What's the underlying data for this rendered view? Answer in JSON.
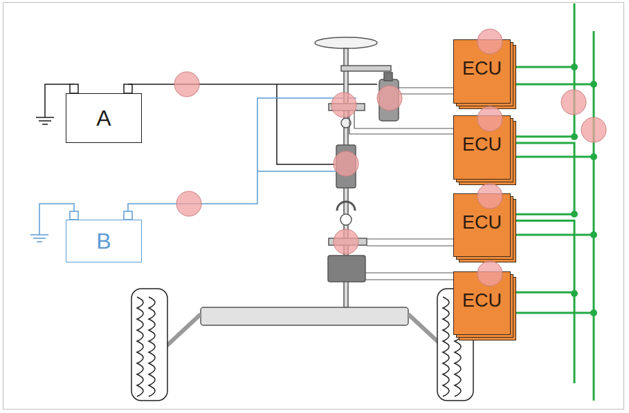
{
  "diagram": {
    "nodes": [
      {
        "text": [
          "A"
        ]
      },
      {
        "text": [
          "B"
        ]
      },
      {
        "text": [
          "ECU"
        ]
      },
      {
        "text": [
          "ECU"
        ]
      },
      {
        "text": [
          "ECU"
        ]
      },
      {
        "text": [
          "ECU"
        ]
      }
    ],
    "edges": [
      {
        "from": 2,
        "to": 3,
        "arrow": "none"
      },
      {
        "from": 3,
        "to": 4,
        "arrow": "none"
      },
      {
        "from": 4,
        "to": 5,
        "arrow": "none"
      }
    ]
  }
}
